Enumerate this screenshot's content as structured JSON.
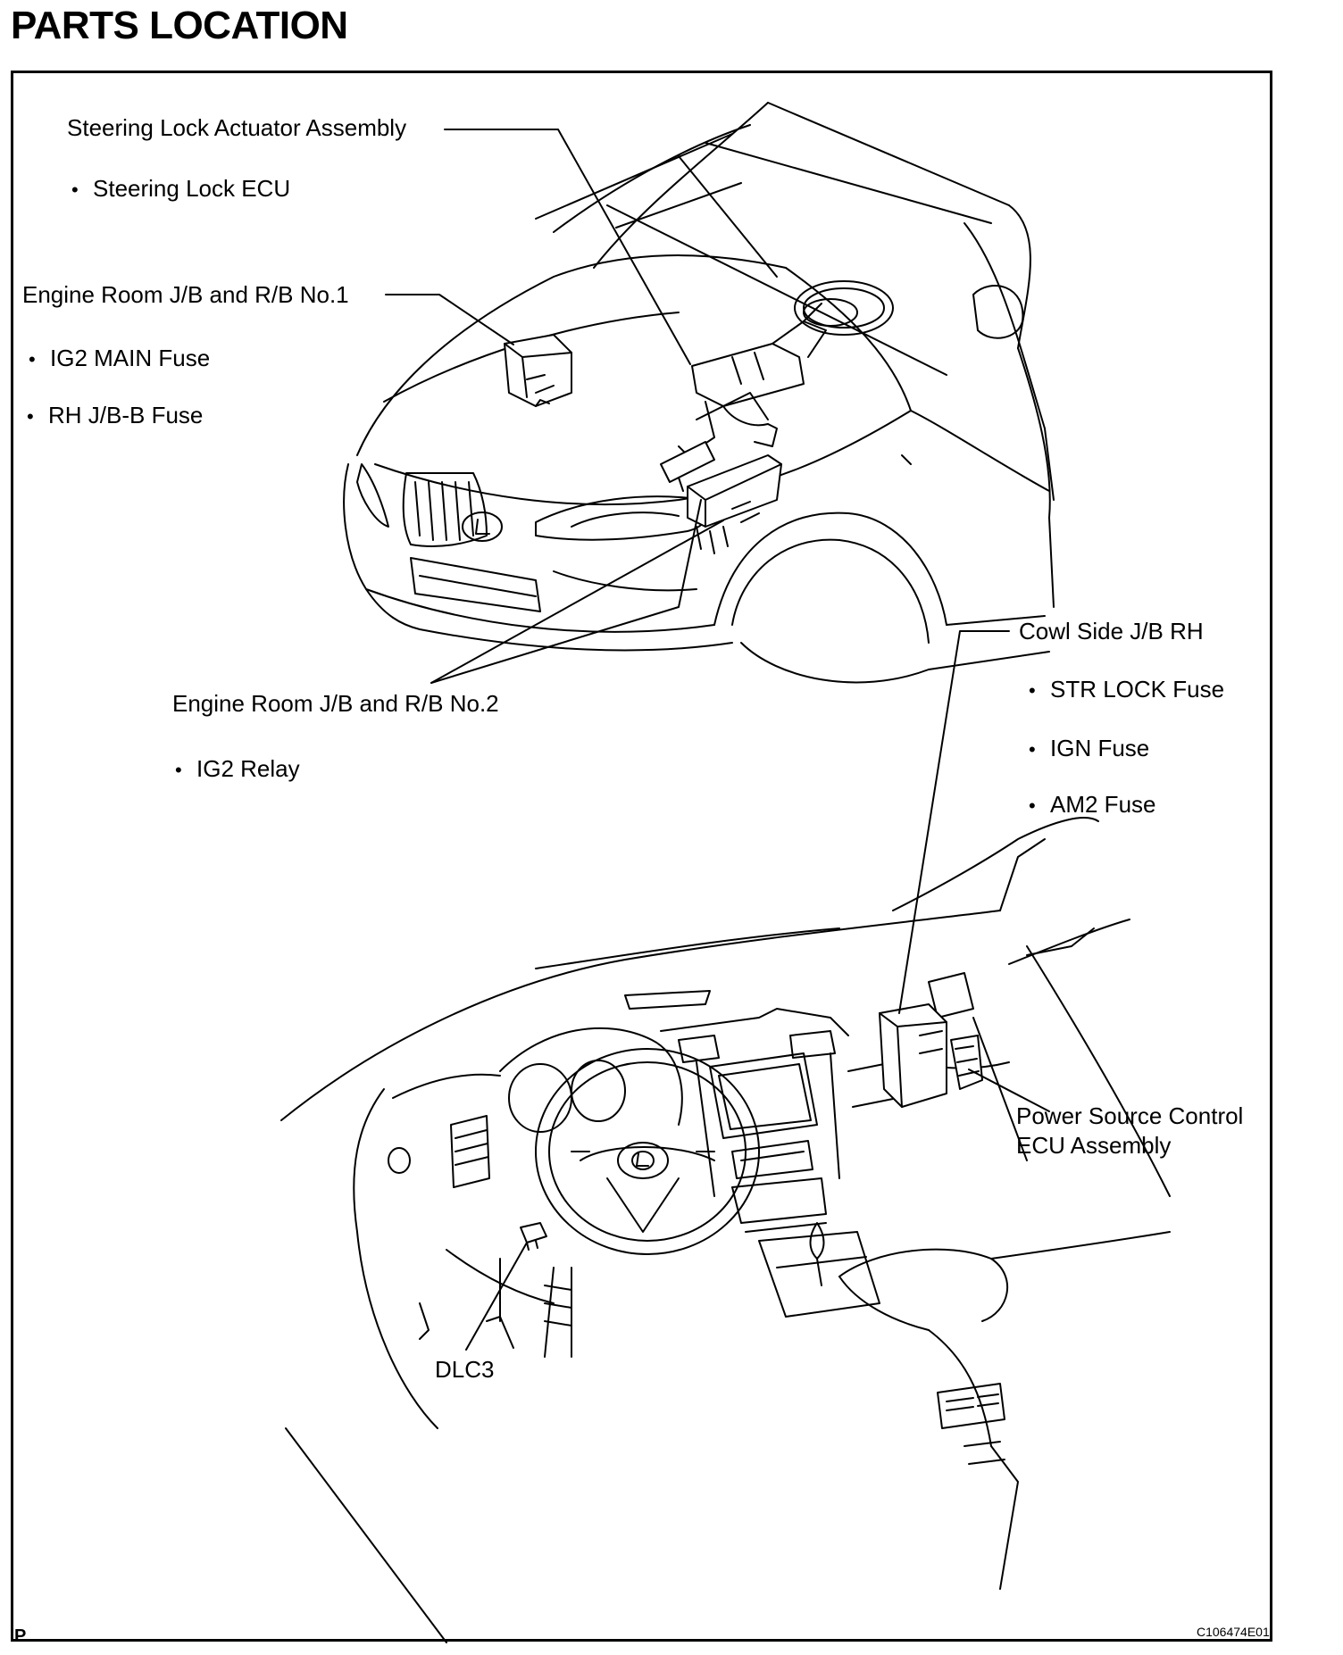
{
  "title": "PARTS LOCATION",
  "labels": {
    "steering_lock_actuator": "Steering Lock Actuator Assembly",
    "steering_lock_ecu": "Steering Lock ECU",
    "engine_room_jb_1": "Engine Room J/B and R/B No.1",
    "ig2_main_fuse": "IG2 MAIN Fuse",
    "rh_jb_b_fuse": "RH J/B-B Fuse",
    "engine_room_jb_2": "Engine Room J/B and R/B No.2",
    "ig2_relay": "IG2 Relay",
    "cowl_side_jb_rh": "Cowl Side J/B RH",
    "str_lock_fuse": "STR LOCK Fuse",
    "ign_fuse": "IGN Fuse",
    "am2_fuse": "AM2 Fuse",
    "power_source_ecu_line1": "Power Source Control",
    "power_source_ecu_line2": "ECU Assembly",
    "dlc3": "DLC3"
  },
  "footer": {
    "corner_mark": "P",
    "figure_code": "C106474E01"
  }
}
